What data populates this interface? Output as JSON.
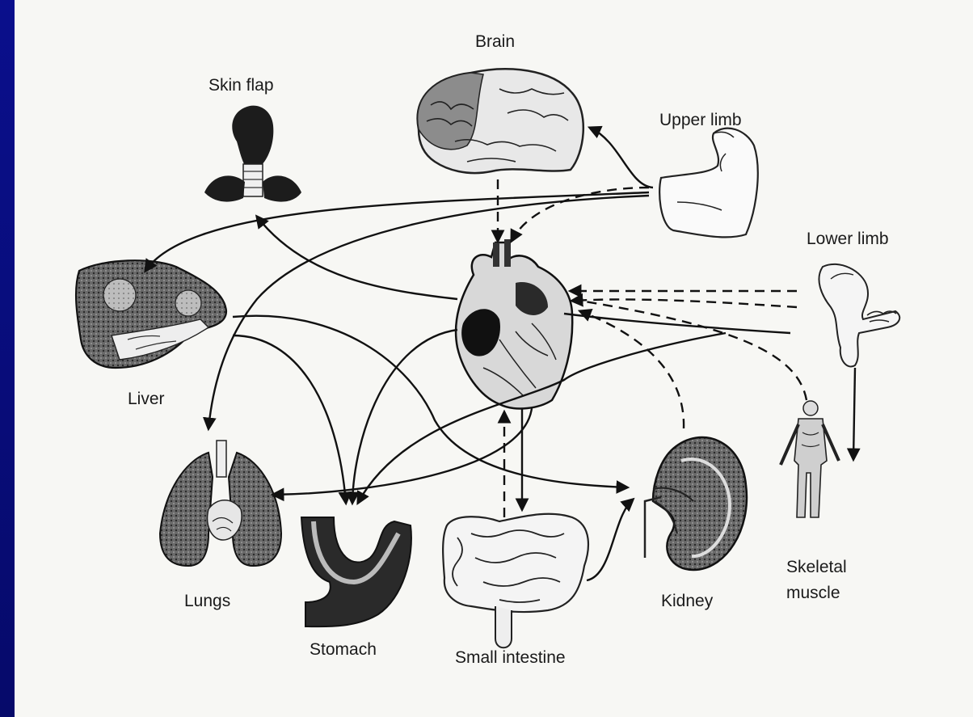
{
  "labels": {
    "brain": "Brain",
    "skin_flap": "Skin flap",
    "upper_limb": "Upper limb",
    "lower_limb": "Lower limb",
    "liver": "Liver",
    "lungs": "Lungs",
    "stomach": "Stomach",
    "small_intestine": "Small intestine",
    "kidney": "Kidney",
    "skeletal_muscle_line1": "Skeletal",
    "skeletal_muscle_line2": "muscle"
  },
  "colors": {
    "background_frame": "#0a0f8c",
    "paper": "#f7f7f4",
    "ink": "#111111"
  },
  "icons": [
    "brain-icon",
    "skin-flap-icon",
    "upper-limb-icon",
    "lower-limb-icon",
    "heart-icon",
    "liver-icon",
    "lungs-icon",
    "stomach-icon",
    "small-intestine-icon",
    "kidney-icon",
    "skeletal-muscle-icon"
  ]
}
